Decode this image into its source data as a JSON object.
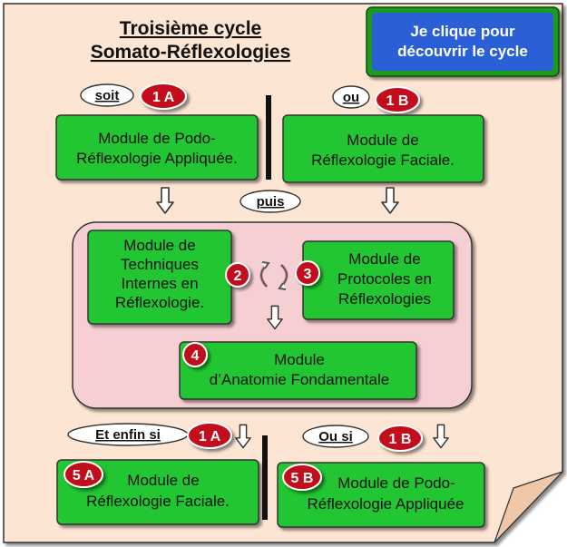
{
  "title": {
    "line1": "Troisième cycle",
    "line2": "Somato-Réflexologies"
  },
  "cta_button": {
    "line1": "Je clique pour",
    "line2": "découvrir le cycle"
  },
  "connectors": {
    "soit": "soit",
    "ou": "ou",
    "puis": "puis",
    "et_enfin_si": "Et enfin si",
    "ou_si": "Ou si"
  },
  "badges": {
    "b1a_top": "1 A",
    "b1b_top": "1 B",
    "b2": "2",
    "b3": "3",
    "b4": "4",
    "b1a_bottom": "1 A",
    "b1b_bottom": "1 B",
    "b5a": "5 A",
    "b5b": "5 B"
  },
  "modules": {
    "podo_top": {
      "line1": "Module de Podo-",
      "line2": "Réflexologie Appliquée."
    },
    "faciale_top": {
      "line1": "Module de",
      "line2": "Réflexologie Faciale."
    },
    "techniques": {
      "line1": "Module de",
      "line2": "Techniques",
      "line3": "Internes en",
      "line4": "Réflexologie."
    },
    "protocoles": {
      "line1": "Module de",
      "line2": "Protocoles en",
      "line3": "Réflexologies"
    },
    "anatomie": {
      "line1": "Module",
      "line2": "d’Anatomie Fondamentale"
    },
    "faciale_bottom": {
      "line1": "Module de",
      "line2": "Réflexologie Faciale."
    },
    "podo_bottom": {
      "line1": "Module de Podo-",
      "line2": "Réflexologie Appliquée"
    }
  },
  "icons": {
    "down_arrow": "down-arrow-icon",
    "cycle": "cycle-arrows-icon"
  },
  "colors": {
    "page": "#fde5d3",
    "module_green": "#22c531",
    "group_pink": "#f6cfd3",
    "badge_red": "#c2111d",
    "cta_blue": "#2a5fd6",
    "cta_border": "#1f9a1f",
    "divider": "#111111"
  }
}
